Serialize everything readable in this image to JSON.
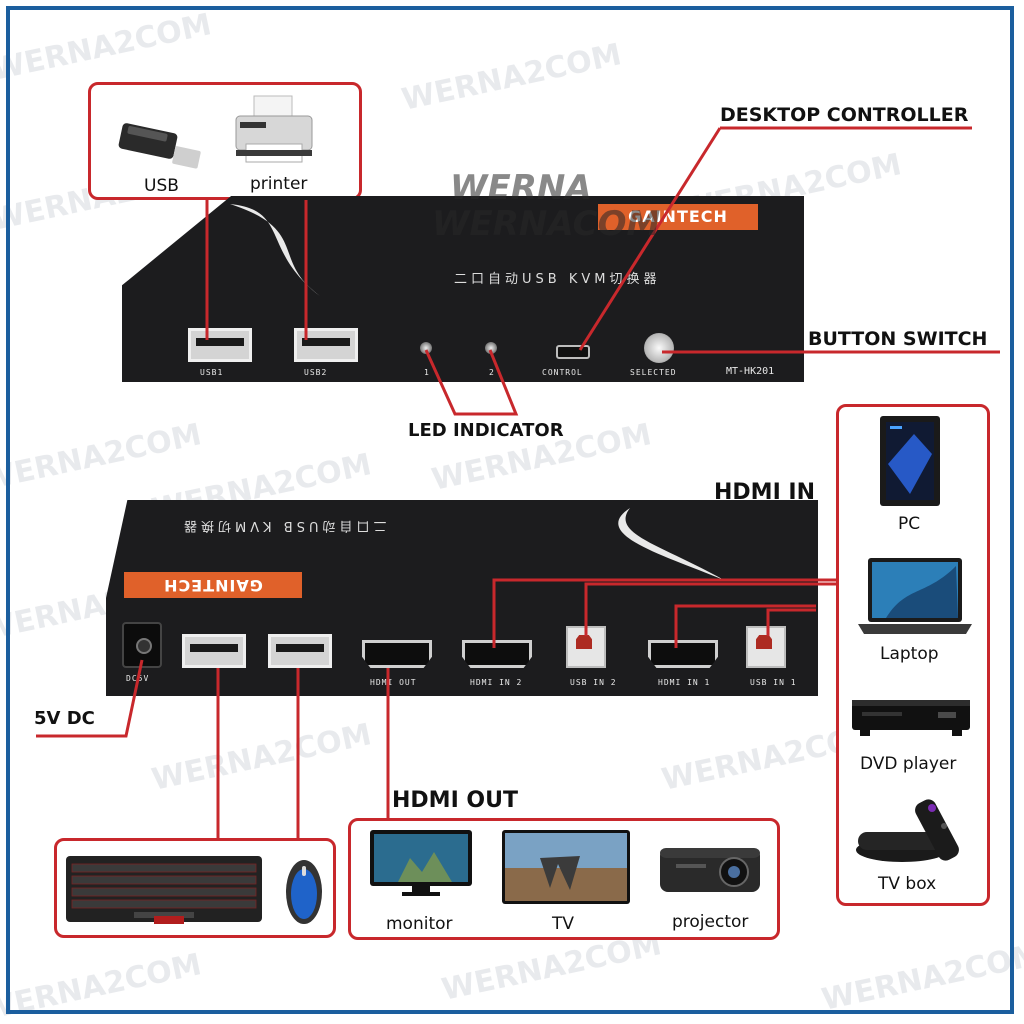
{
  "callouts": {
    "desktop_controller": "DESKTOP CONTROLLER",
    "button_switch": "BUTTON SWITCH",
    "led_indicator": "LED INDICATOR",
    "hdmi_in": "HDMI IN",
    "hdmi_out": "HDMI OUT",
    "dc": "5V DC"
  },
  "front_panel": {
    "brand": "GAINTECH",
    "title_cn": "二口自动USB KVM切换器",
    "usb1": "USB1",
    "usb2": "USB2",
    "led1": "1",
    "led2": "2",
    "control": "CONTROL",
    "selected": "SELECTED",
    "model": "MT-HK201"
  },
  "back_panel": {
    "brand": "GAINTECH",
    "title_cn": "二口自动USB KVM切换器",
    "dc": "DC5V",
    "hdmi_out": "HDMI OUT",
    "hdmi_in2": "HDMI IN 2",
    "usb_in2": "USB IN 2",
    "hdmi_in1": "HDMI IN 1",
    "usb_in1": "USB IN 1"
  },
  "peripherals_top": {
    "usb": "USB",
    "printer": "printer"
  },
  "outputs": {
    "monitor": "monitor",
    "tv": "TV",
    "projector": "projector"
  },
  "inputs": {
    "pc": "PC",
    "laptop": "Laptop",
    "dvd": "DVD player",
    "tvbox": "TV box"
  },
  "watermark": "WERNA2COM",
  "logo_text": [
    "WERNA",
    "WERNACOM"
  ],
  "colors": {
    "accent_red": "#c8282c",
    "frame_blue": "#1b5e9e",
    "brand_orange": "#e0612a"
  }
}
